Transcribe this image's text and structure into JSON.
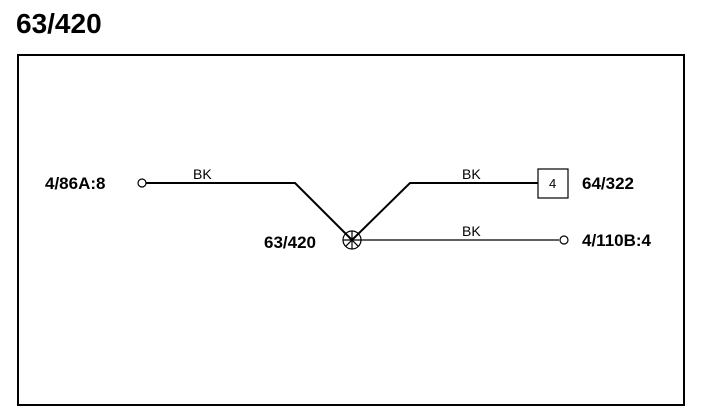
{
  "title": "63/420",
  "splice": {
    "label": "63/420"
  },
  "connectors": [
    {
      "id": "left",
      "label": "4/86A:8"
    },
    {
      "id": "top-right",
      "label": "64/322",
      "pin": "4"
    },
    {
      "id": "bottom-right",
      "label": "4/110B:4"
    }
  ],
  "wires": [
    {
      "id": "w1",
      "color": "BK"
    },
    {
      "id": "w2",
      "color": "BK"
    },
    {
      "id": "w3",
      "color": "BK"
    }
  ]
}
